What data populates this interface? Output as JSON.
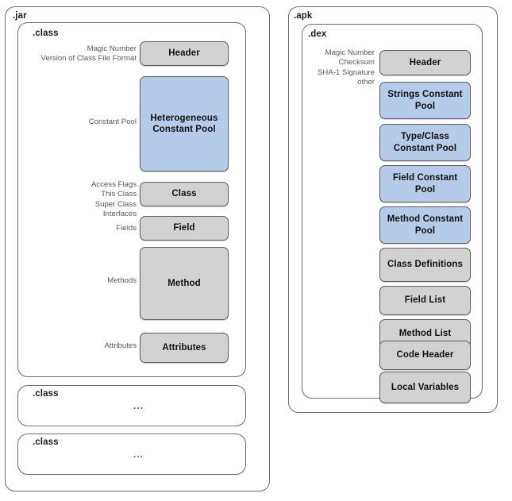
{
  "diagram": {
    "title": "Java .class vs Android .dex file structure",
    "colors": {
      "gray_block": "#d3d2d2",
      "blue_block": "#b4cbe9",
      "block_border": "#5e5e5e",
      "container_border": "#6e6e6e",
      "annotation_text": "#58585a",
      "block_text": "#111111",
      "background": "#ffffff"
    }
  },
  "left_column": {
    "outer_label": ".jar",
    "class_containers": [
      {
        "label": ".class",
        "ellipsis": ""
      },
      {
        "label": ".class",
        "ellipsis": "..."
      },
      {
        "label": ".class",
        "ellipsis": "..."
      }
    ],
    "rows": [
      {
        "annotation": "Magic Number\nVersion of Class File Format",
        "block_label": "Header",
        "style": "gray"
      },
      {
        "annotation": "Constant Pool",
        "block_label": "Heterogeneous\nConstant Pool",
        "style": "blue"
      },
      {
        "annotation": "Access Flags\nThis Class\nSuper Class\nInterfaces",
        "block_label": "Class",
        "style": "gray"
      },
      {
        "annotation": "Fields",
        "block_label": "Field",
        "style": "gray"
      },
      {
        "annotation": "Methods",
        "block_label": "Method",
        "style": "gray"
      },
      {
        "annotation": "Attributes",
        "block_label": "Attributes",
        "style": "gray"
      }
    ]
  },
  "right_column": {
    "outer_label": ".apk",
    "inner_label": ".dex",
    "header_annotation": "Magic Number\nChecksum\nSHA-1 Signature\nother",
    "rows": [
      {
        "block_label": "Header",
        "style": "gray"
      },
      {
        "block_label": "Strings\nConstant Pool",
        "style": "blue"
      },
      {
        "block_label": "Type/Class\nConstant Pool",
        "style": "blue"
      },
      {
        "block_label": "Field\nConstant Pool",
        "style": "blue"
      },
      {
        "block_label": "Method\nConstant Pool",
        "style": "blue"
      },
      {
        "block_label": "Class\nDefinitions",
        "style": "gray"
      },
      {
        "block_label": "Field List",
        "style": "gray"
      },
      {
        "block_label": "Method List",
        "style": "gray"
      },
      {
        "block_label": "Code Header",
        "style": "gray"
      },
      {
        "block_label": "Local\nVariables",
        "style": "gray"
      }
    ]
  }
}
